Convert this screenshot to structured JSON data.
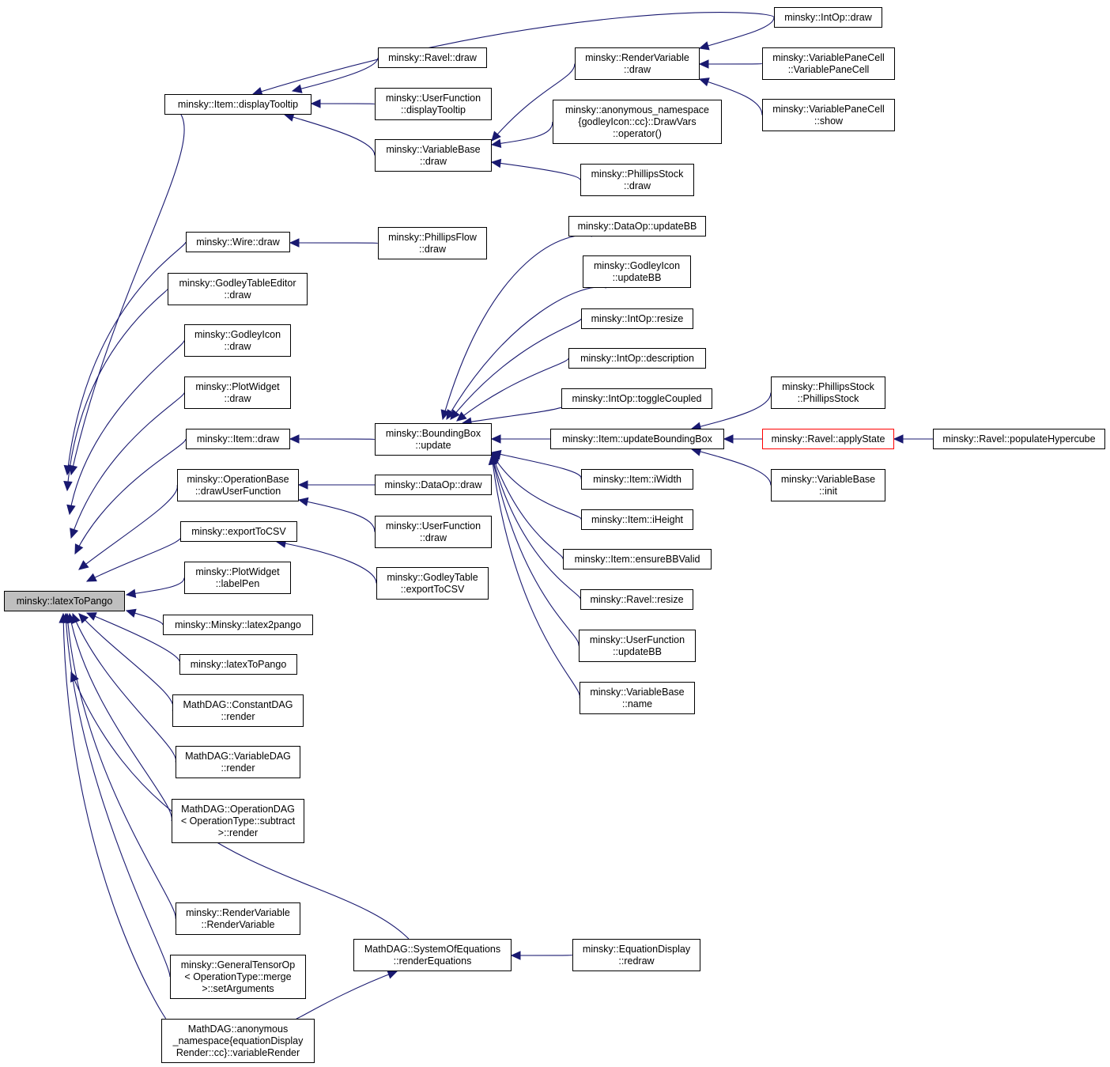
{
  "colors": {
    "edge": "#191970",
    "border": "#000000",
    "root_fill": "#bfbfbf",
    "highlight_border": "#ff0000"
  },
  "nodes": {
    "latexToPango_root": [
      "minsky::latexToPango"
    ],
    "item_displayTooltip": [
      "minsky::Item::displayTooltip"
    ],
    "intop_draw": [
      "minsky::IntOp::draw"
    ],
    "ravel_draw": [
      "minsky::Ravel::draw"
    ],
    "userfunction_displayTooltip": [
      "minsky::UserFunction",
      "::displayTooltip"
    ],
    "variablebase_draw": [
      "minsky::VariableBase",
      "::draw"
    ],
    "rendervariable_draw": [
      "minsky::RenderVariable",
      "::draw"
    ],
    "variablepanecell_ctor": [
      "minsky::VariablePaneCell",
      "::VariablePaneCell"
    ],
    "variablepanecell_show": [
      "minsky::VariablePaneCell",
      "::show"
    ],
    "drawvars_operator": [
      "minsky::anonymous_namespace",
      "{godleyIcon::cc}::DrawVars",
      "::operator()"
    ],
    "phillipsstock_draw": [
      "minsky::PhillipsStock",
      "::draw"
    ],
    "wire_draw": [
      "minsky::Wire::draw"
    ],
    "phillipsflow_draw": [
      "minsky::PhillipsFlow",
      "::draw"
    ],
    "godleytableeditor_draw": [
      "minsky::GodleyTableEditor",
      "::draw"
    ],
    "godleyicon_draw": [
      "minsky::GodleyIcon",
      "::draw"
    ],
    "plotwidget_draw": [
      "minsky::PlotWidget",
      "::draw"
    ],
    "item_draw": [
      "minsky::Item::draw"
    ],
    "boundingbox_update": [
      "minsky::BoundingBox",
      "::update"
    ],
    "dataop_updateBB": [
      "minsky::DataOp::updateBB"
    ],
    "godleyicon_updateBB": [
      "minsky::GodleyIcon",
      "::updateBB"
    ],
    "intop_resize": [
      "minsky::IntOp::resize"
    ],
    "intop_description": [
      "minsky::IntOp::description"
    ],
    "intop_toggleCoupled": [
      "minsky::IntOp::toggleCoupled"
    ],
    "item_updateBoundingBox": [
      "minsky::Item::updateBoundingBox"
    ],
    "phillipsstock_ctor": [
      "minsky::PhillipsStock",
      "::PhillipsStock"
    ],
    "ravel_applyState": [
      "minsky::Ravel::applyState"
    ],
    "ravel_populateHypercube": [
      "minsky::Ravel::populateHypercube"
    ],
    "variablebase_init": [
      "minsky::VariableBase",
      "::init"
    ],
    "item_iWidth": [
      "minsky::Item::iWidth"
    ],
    "item_iHeight": [
      "minsky::Item::iHeight"
    ],
    "item_ensureBBValid": [
      "minsky::Item::ensureBBValid"
    ],
    "ravel_resize": [
      "minsky::Ravel::resize"
    ],
    "userfunction_updateBB": [
      "minsky::UserFunction",
      "::updateBB"
    ],
    "variablebase_name": [
      "minsky::VariableBase",
      "::name"
    ],
    "operationbase_drawUserFunction": [
      "minsky::OperationBase",
      "::drawUserFunction"
    ],
    "dataop_draw": [
      "minsky::DataOp::draw"
    ],
    "userfunction_draw": [
      "minsky::UserFunction",
      "::draw"
    ],
    "exportToCSV": [
      "minsky::exportToCSV"
    ],
    "godleytable_exportToCSV": [
      "minsky::GodleyTable",
      "::exportToCSV"
    ],
    "plotwidget_labelPen": [
      "minsky::PlotWidget",
      "::labelPen"
    ],
    "minsky_latex2pango": [
      "minsky::Minsky::latex2pango"
    ],
    "latexToPango_2": [
      "minsky::latexToPango"
    ],
    "constantdag_render": [
      "MathDAG::ConstantDAG",
      "::render"
    ],
    "variabledag_render": [
      "MathDAG::VariableDAG",
      "::render"
    ],
    "operationdag_render": [
      "MathDAG::OperationDAG",
      "< OperationType::subtract",
      ">::render"
    ],
    "rendervariable_ctor": [
      "minsky::RenderVariable",
      "::RenderVariable"
    ],
    "generaltensorop_setArguments": [
      "minsky::GeneralTensorOp",
      "< OperationType::merge",
      ">::setArguments"
    ],
    "variableRender": [
      "MathDAG::anonymous",
      "_namespace{equationDisplay",
      "Render::cc}::variableRender"
    ],
    "systemofequations_renderEquations": [
      "MathDAG::SystemOfEquations",
      "::renderEquations"
    ],
    "equationdisplay_redraw": [
      "minsky::EquationDisplay",
      "::redraw"
    ]
  }
}
